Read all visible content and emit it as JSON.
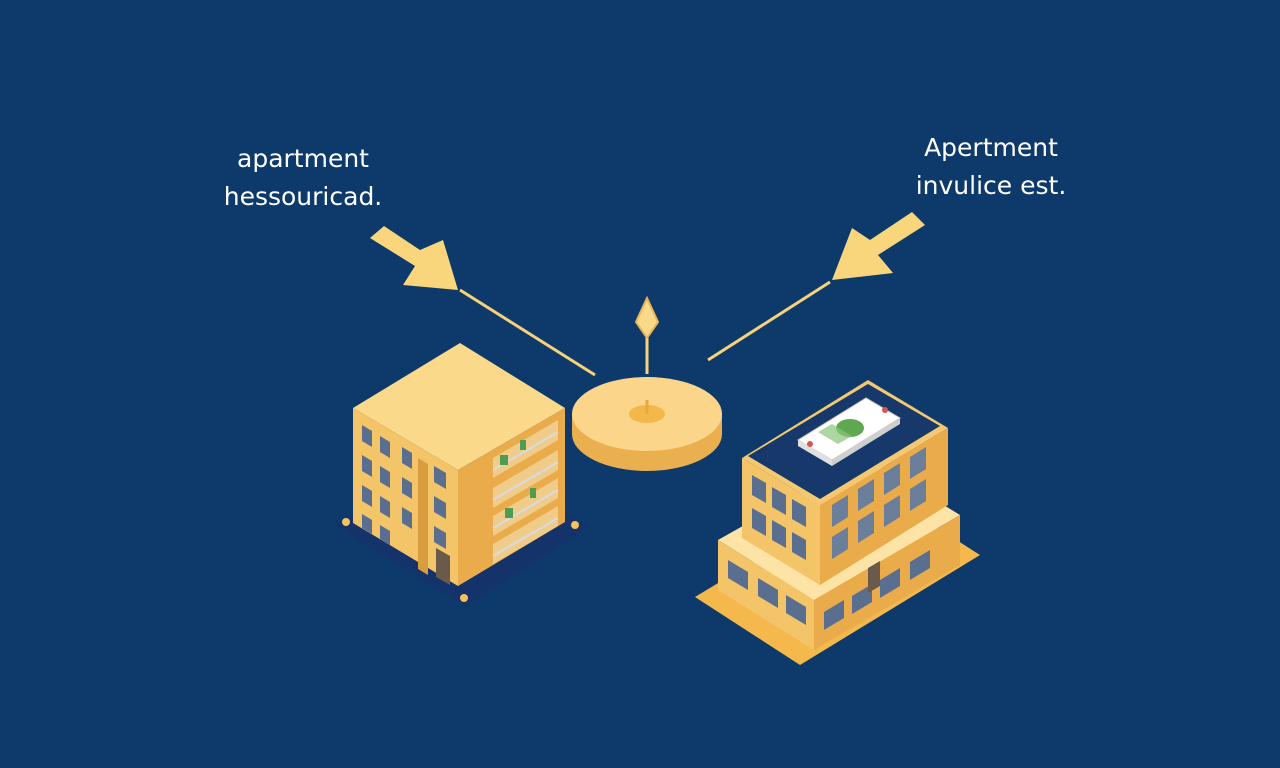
{
  "labels": {
    "left": {
      "line1": "apartment",
      "line2": "hessouricad."
    },
    "right": {
      "line1": "Apertment",
      "line2": "invulice est."
    }
  },
  "icons": {
    "arrows": "arrow-pointing-down-right-and-down-left",
    "hub": "golden-disc-with-diamond-marker",
    "left_building": "isometric-apartment-building",
    "right_building": "isometric-apartment-building-with-money-roof",
    "money": "banknote-stack-icon"
  },
  "colors": {
    "background": "#0d3a6b",
    "building_top": "#fbd98a",
    "building_front": "#f3c266",
    "building_side": "#e9a947",
    "accent_yellow": "#f9d67c",
    "text": "#ffffff",
    "roof_dark": "#16386a",
    "money_green": "#5fa84f"
  }
}
